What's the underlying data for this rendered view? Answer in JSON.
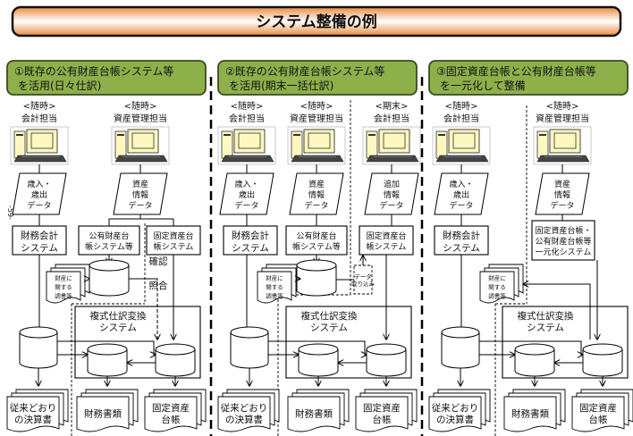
{
  "title": "システム整備の例",
  "page_number": "-59-",
  "colors": {
    "title_gradient_edge": "#e98a3c",
    "title_gradient_center": "#ffffff",
    "header_fill": "#8db04a",
    "header_border": "#3d4a1e",
    "monitor_fill": "#fdf7c0",
    "line": "#000000"
  },
  "panels": [
    {
      "header": [
        "①既存の公有財産台帳システム等",
        "を活用(日々仕訳)"
      ],
      "actors": [
        {
          "timing": "<随時>",
          "role": "会計担当",
          "data": [
            "歳入・",
            "歳出",
            "データ"
          ]
        },
        {
          "timing": "<随時>",
          "role": "資産管理担当",
          "data": [
            "資産",
            "情報",
            "データ"
          ]
        }
      ],
      "systems": {
        "accounting": [
          "財務会計",
          "システム"
        ],
        "public_property": [
          "公有財産台",
          "帳システム等"
        ],
        "fixed_asset": [
          "固定資産台",
          "帳システム"
        ]
      },
      "side_note": [
        "確認",
        "照合"
      ],
      "property_docs": [
        "財産に",
        "関する",
        "調書等"
      ],
      "converter": [
        "複式仕訳変換",
        "システム"
      ],
      "outputs": [
        [
          "従来どおり",
          "の決算書"
        ],
        [
          "財務書類"
        ],
        [
          "固定資産",
          "台帳"
        ]
      ]
    },
    {
      "header": [
        "②既存の公有財産台帳システム等",
        "を活用(期末一括仕訳)"
      ],
      "actors": [
        {
          "timing": "<随時>",
          "role": "会計担当",
          "data": [
            "歳入・",
            "歳出",
            "データ"
          ]
        },
        {
          "timing": "<随時>",
          "role": "資産管理担当",
          "data": [
            "資産",
            "情報",
            "データ"
          ]
        },
        {
          "timing": "<期末>",
          "role": "会計担当",
          "data": [
            "追加",
            "情報",
            "データ"
          ]
        }
      ],
      "systems": {
        "accounting": [
          "財務会計",
          "システム"
        ],
        "public_property": [
          "公有財産台",
          "帳システム等"
        ],
        "fixed_asset": [
          "固定資産台",
          "帳システム"
        ]
      },
      "import_note": [
        "データ",
        "取り込み"
      ],
      "property_docs": [
        "財産に",
        "関する",
        "調書等"
      ],
      "converter": [
        "複式仕訳変換",
        "システム"
      ],
      "outputs": [
        [
          "従来どおり",
          "の決算書"
        ],
        [
          "財務書類"
        ],
        [
          "固定資産",
          "台帳"
        ]
      ]
    },
    {
      "header": [
        "③固定資産台帳と公有財産台帳等",
        "を一元化して整備"
      ],
      "actors": [
        {
          "timing": "<随時>",
          "role": "会計担当",
          "data": [
            "歳入・",
            "歳出",
            "データ"
          ]
        },
        {
          "timing": "<随時>",
          "role": "資産管理担当",
          "data": [
            "資産",
            "情報",
            "データ"
          ]
        }
      ],
      "systems": {
        "accounting": [
          "財務会計",
          "システム"
        ],
        "unified": [
          "固定資産台帳・",
          "公有財産台帳等",
          "一元化システム"
        ]
      },
      "property_docs": [
        "財産に",
        "関する",
        "調書等"
      ],
      "converter": [
        "複式仕訳変換",
        "システム"
      ],
      "outputs": [
        [
          "従来どおり",
          "の決算書"
        ],
        [
          "財務書類"
        ],
        [
          "固定資産",
          "台帳"
        ]
      ]
    }
  ]
}
